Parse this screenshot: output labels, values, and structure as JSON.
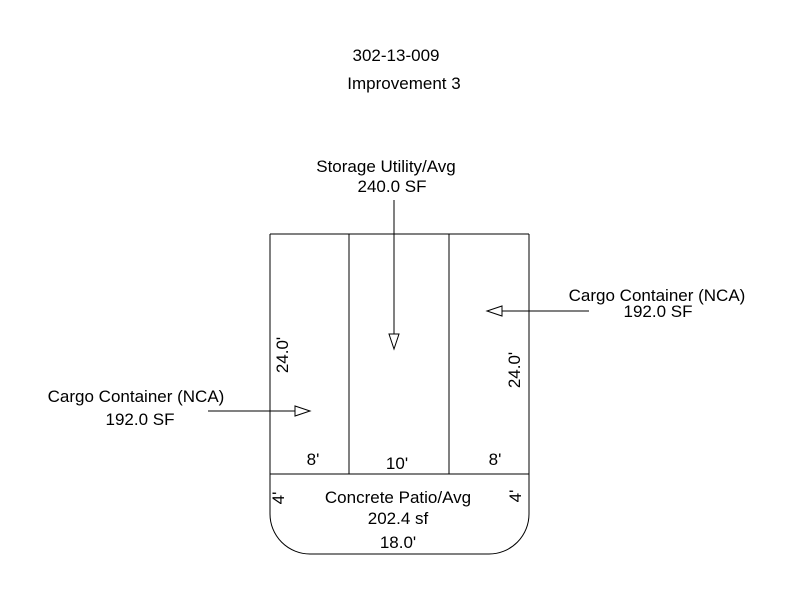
{
  "header": {
    "parcel_id": "302-13-009",
    "improvement": "Improvement 3"
  },
  "areas": {
    "storage": {
      "name": "Storage Utility/Avg",
      "area": "240.0 SF"
    },
    "cargo_left": {
      "name": "Cargo Container (NCA)",
      "area": "192.0 SF"
    },
    "cargo_right": {
      "name": "Cargo Container (NCA)",
      "area": "192.0 SF"
    },
    "patio": {
      "name": "Concrete Patio/Avg",
      "area": "202.4 sf"
    }
  },
  "dimensions": {
    "left_height": "24.0'",
    "right_height": "24.0'",
    "left_width": "8'",
    "middle_width": "10'",
    "right_width": "8'",
    "patio_left_depth": "4'",
    "patio_right_depth": "4'",
    "patio_width": "18.0'"
  }
}
